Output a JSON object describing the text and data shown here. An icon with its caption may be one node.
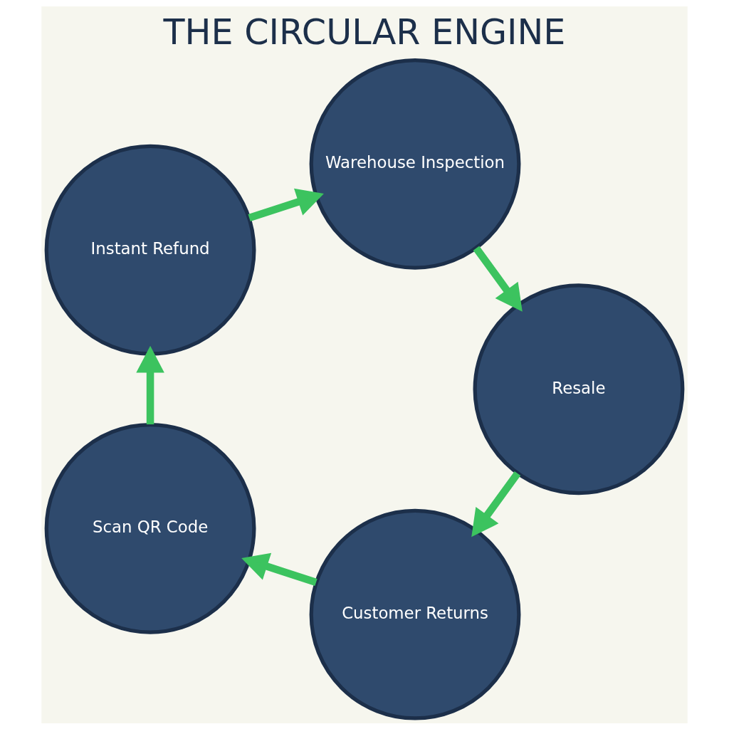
{
  "diagram": {
    "title": "THE CIRCULAR ENGINE",
    "nodes": [
      {
        "text": [
          "Customer Returns"
        ]
      },
      {
        "text": [
          "Scan QR Code"
        ]
      },
      {
        "text": [
          "Instant Refund"
        ]
      },
      {
        "text": [
          "Warehouse Inspection"
        ]
      },
      {
        "text": [
          "Resale"
        ]
      }
    ],
    "edges": [
      {
        "from": 0,
        "to": 1,
        "arrow": "to"
      },
      {
        "from": 1,
        "to": 2,
        "arrow": "to"
      },
      {
        "from": 2,
        "to": 3,
        "arrow": "to"
      },
      {
        "from": 3,
        "to": 4,
        "arrow": "to"
      },
      {
        "from": 4,
        "to": 0,
        "arrow": "to"
      }
    ]
  }
}
